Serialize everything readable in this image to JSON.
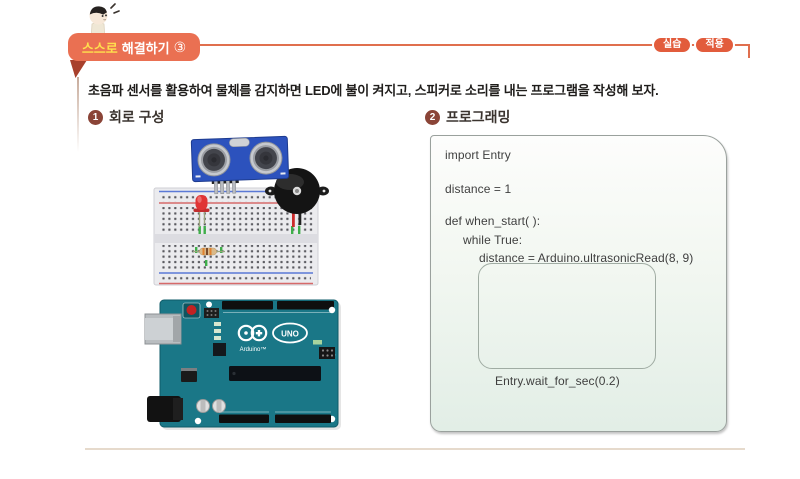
{
  "banner": {
    "accent": "스스로",
    "rest": "해결하기",
    "number": "③"
  },
  "badges": [
    "실습",
    "적용"
  ],
  "description": "초음파 센서를 활용하여 물체를 감지하면 LED에 불이 켜지고, 스피커로 소리를 내는 프로그램을 작성해 보자.",
  "sections": [
    {
      "number": "1",
      "title": "회로 구성"
    },
    {
      "number": "2",
      "title": "프로그래밍"
    }
  ],
  "program": {
    "lines": [
      "import Entry",
      "distance = 1",
      "def when_start( ):",
      "while True:",
      "distance = Arduino.ultrasonicRead(8, 9)",
      "Entry.wait_for_sec(0.2)"
    ]
  },
  "circuit": {
    "arduino_logo_label": "UNO",
    "arduino_brand_label": "Arduino™",
    "components": [
      "ultrasonic-sensor",
      "piezo-buzzer",
      "red-led",
      "resistor",
      "breadboard",
      "arduino-uno"
    ]
  },
  "colors": {
    "banner_orange": "#ea7052",
    "banner_fold": "#a8402c",
    "accent_yellow": "#ffdf4d",
    "badge_red": "#e25c3c",
    "number_circle": "#8a4437",
    "codebox_green": "#e2eee6",
    "arduino_teal": "#1a7787",
    "sensor_blue": "#2c52bd"
  }
}
